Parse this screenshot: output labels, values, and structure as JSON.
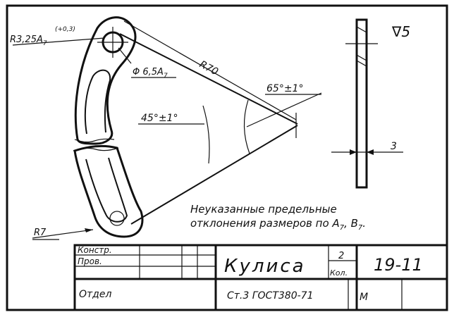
{
  "drawing": {
    "dimensions": {
      "hole_radius": "R3,25A",
      "hole_radius_sub": "7",
      "hole_radius_tol": "(+0,3)",
      "hole_diameter": "Φ 6,5A",
      "hole_diameter_sub": "7",
      "arm_radius": "R70",
      "angle_outer": "65°±1°",
      "angle_inner": "45°±1°",
      "end_radius": "R7",
      "thickness": "3"
    },
    "roughness": "∇5",
    "note_line1": "Неуказанные предельные",
    "note_line2": "отклонения размеров по A",
    "note_line2_sub1": "7",
    "note_line2_mid": ", B",
    "note_line2_sub2": "7",
    "note_line2_end": "."
  },
  "title_block": {
    "role_designed": "Констр.",
    "role_checked": "Пров.",
    "department": "Отдел",
    "part_name": "Кулиса",
    "quantity": "2",
    "quantity_label": "Кол.",
    "drawing_number": "19-11",
    "material": "Ст.3 ГОСТ380-71",
    "scale_mark": "М"
  }
}
